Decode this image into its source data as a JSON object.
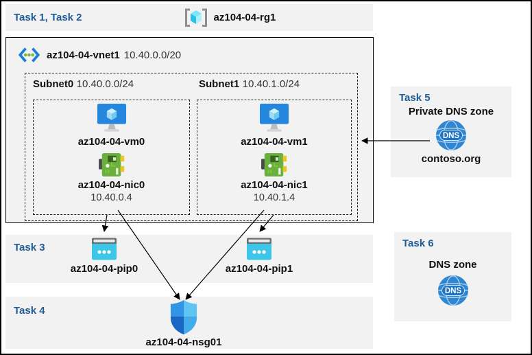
{
  "tasks": {
    "task12": {
      "label": "Task 1, Task 2"
    },
    "task3": {
      "label": "Task 3"
    },
    "task4": {
      "label": "Task 4"
    },
    "task5": {
      "label": "Task 5",
      "title": "Private DNS zone",
      "zone_name": "contoso.org"
    },
    "task6": {
      "label": "Task 6",
      "title": "DNS zone"
    }
  },
  "resource_group": {
    "name": "az104-04-rg1"
  },
  "vnet": {
    "name": "az104-04-vnet1",
    "cidr": "10.40.0.0/20",
    "subnets": [
      {
        "name": "Subnet0",
        "cidr": "10.40.0.0/24",
        "vm": "az104-04-vm0",
        "nic": "az104-04-nic0",
        "ip": "10.40.0.4"
      },
      {
        "name": "Subnet1",
        "cidr": "10.40.1.0/24",
        "vm": "az104-04-vm1",
        "nic": "az104-04-nic1",
        "ip": "10.40.1.4"
      }
    ]
  },
  "public_ips": [
    "az104-04-pip0",
    "az104-04-pip1"
  ],
  "nsg": {
    "name": "az104-04-nsg01"
  },
  "icons": {
    "resource_group": "resource-group-cube-icon",
    "vnet": "virtual-network-icon",
    "vm": "virtual-machine-icon",
    "nic": "network-interface-icon",
    "pip": "public-ip-icon",
    "nsg": "nsg-shield-icon",
    "dns": "dns-globe-icon"
  },
  "colors": {
    "task_label_blue": "#1E5C97",
    "panel_gray": "#F2F2F2",
    "border_black": "#000000",
    "vm_blue": "#2486DD",
    "nic_green": "#69B03E",
    "pip_cyan": "#3CC6E8",
    "dns_blue": "#2F86D2",
    "rg_cyan": "#2EBFE4"
  }
}
